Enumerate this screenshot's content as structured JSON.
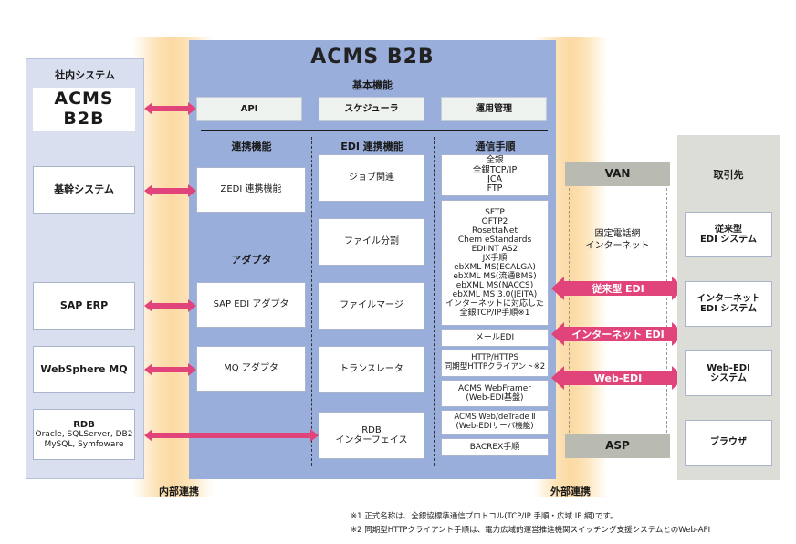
{
  "colors": {
    "main_panel": "#9aaedc",
    "band": "#fbd9a2",
    "arrow": "#e0447a",
    "right_panel": "#dcddd6",
    "left_panel": "#d9dfee"
  },
  "left": {
    "title": "社内システム",
    "logo": "ACMS B2B",
    "items": [
      "基幹システム",
      "SAP ERP",
      "WebSphere MQ"
    ],
    "rdb_title": "RDB",
    "rdb_sub": "Oracle, SQLServer, DB2\nMySQL, Symfoware"
  },
  "main": {
    "logo": "ACMS B2B",
    "subtitle": "基本機能",
    "top": [
      "API",
      "スケジューラ",
      "運用管理"
    ],
    "col1_title": "連携機能",
    "col1_item": "ZEDI 連携機能",
    "adapter_title": "アダプタ",
    "adapters": [
      "SAP EDI アダプタ",
      "MQ アダプタ"
    ],
    "col2_title": "EDI 連携機能",
    "col2": [
      "ジョブ関連",
      "ファイル分割",
      "ファイルマージ",
      "トランスレータ",
      "RDB\nインターフェイス"
    ],
    "col3_title": "通信手順",
    "col3": [
      "全銀\n全銀TCP/IP\nJCA\nFTP",
      "SFTP\nOFTP2\nRosettaNet\nChem eStandards\nEDIINT AS2\nJX手順\nebXML MS(ECALGA)\nebXML MS(流通BMS)\nebXML MS(NACCS)\nebXML MS 3.0(JEITA)\nインターネットに対応した\n全銀TCP/IP手順※1",
      "メールEDI",
      "HTTP/HTTPS\n同期型HTTPクライアント※2",
      "ACMS WebFramer\n(Web-EDI基盤)",
      "ACMS Web/deTrade Ⅱ\n(Web-EDIサーバ機能)",
      "BACREX手順"
    ]
  },
  "network": {
    "van": "VAN",
    "asp": "ASP",
    "middle": "固定電話網\nインターネット",
    "arrows": [
      "従来型 EDI",
      "インターネット EDI",
      "Web-EDI"
    ]
  },
  "right": {
    "title": "取引先",
    "items": [
      "従来型\nEDI システム",
      "インターネット\nEDI システム",
      "Web-EDI\nシステム",
      "ブラウザ"
    ]
  },
  "bottom": {
    "internal": "内部連携",
    "external": "外部連携"
  },
  "notes": [
    "※1 正式名称は、全銀協標準通信プロトコル(TCP/IP 手順・広域 IP 網)です。",
    "※2 同期型HTTPクライアント手順は、電力広域的運営推進機関スイッチング支援システムとのWeb-API"
  ]
}
